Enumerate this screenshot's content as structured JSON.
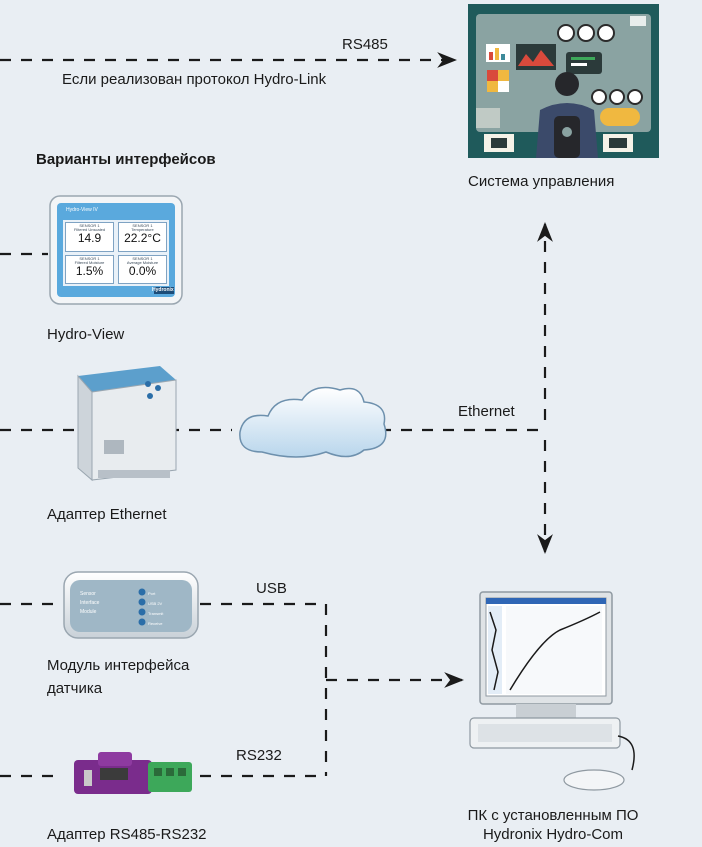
{
  "header": {
    "protocol_label": "RS485",
    "protocol_note": "Если реализован протокол Hydro-Link"
  },
  "interfaces_heading": "Варианты интерфейсов",
  "control_system": {
    "label": "Система управления"
  },
  "hydro_view": {
    "label": "Hydro-View",
    "screen_title": "Hydro-View IV",
    "cells": [
      {
        "name": "SENSOR 1",
        "sub": "Filtered Unscaled",
        "value": "14.9"
      },
      {
        "name": "SENSOR 1",
        "sub": "Temperature",
        "value": "22.2°C"
      },
      {
        "name": "SENSOR 1",
        "sub": "Filtered Moisture",
        "value": "1.5%"
      },
      {
        "name": "SENSOR 1",
        "sub": "Average Moisture",
        "value": "0.0%"
      }
    ],
    "brand": "Hydronix"
  },
  "ethernet_adapter": {
    "label": "Адаптер Ethernet"
  },
  "ethernet_link": {
    "label": "Ethernet"
  },
  "sim_module": {
    "label_line1": "Модуль интерфейса",
    "label_line2": "датчика",
    "left_text": [
      "Sensor",
      "Interface",
      "Module"
    ],
    "right_text": [
      "Port",
      "USB 2V",
      "Transmit",
      "Receive"
    ]
  },
  "usb_link": {
    "label": "USB"
  },
  "rs232_link": {
    "label": "RS232"
  },
  "rs_adapter": {
    "label": "Адаптер RS485-RS232"
  },
  "pc": {
    "label_line1": "ПК с установленным ПО",
    "label_line2": "Hydronix Hydro-Com"
  },
  "colors": {
    "background": "#e9eef3",
    "panel_teal": "#1f5a5b",
    "panel_body": "#8aa3a2",
    "accent_red": "#d94a3c",
    "adapter_purple": "#7a2c8c",
    "adapter_green": "#3da85a"
  }
}
